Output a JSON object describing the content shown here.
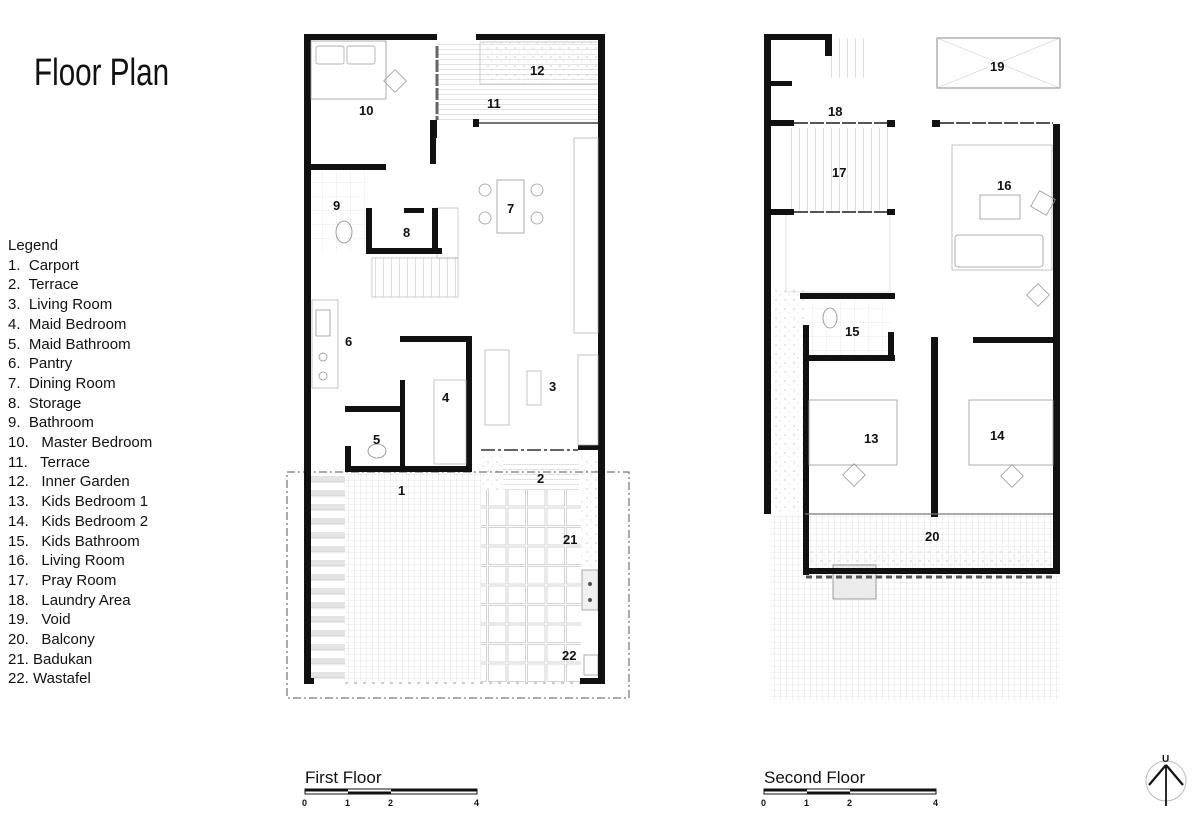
{
  "title": "Floor Plan",
  "legend": {
    "header": "Legend",
    "items": [
      {
        "num": "1.",
        "label": "Carport"
      },
      {
        "num": "2.",
        "label": "Terrace"
      },
      {
        "num": "3.",
        "label": "Living Room"
      },
      {
        "num": "4.",
        "label": "Maid Bedroom"
      },
      {
        "num": "5.",
        "label": "Maid Bathroom"
      },
      {
        "num": "6.",
        "label": "Pantry"
      },
      {
        "num": "7.",
        "label": "Dining Room"
      },
      {
        "num": "8.",
        "label": "Storage"
      },
      {
        "num": "9.",
        "label": "Bathroom"
      },
      {
        "num": "10.",
        "label": "Master Bedroom"
      },
      {
        "num": "11.",
        "label": "Terrace"
      },
      {
        "num": "12.",
        "label": "Inner Garden"
      },
      {
        "num": "13.",
        "label": "Kids Bedroom 1"
      },
      {
        "num": "14.",
        "label": "Kids Bedroom 2"
      },
      {
        "num": "15.",
        "label": "Kids Bathroom"
      },
      {
        "num": "16.",
        "label": "Living Room"
      },
      {
        "num": "17.",
        "label": "Pray Room"
      },
      {
        "num": "18.",
        "label": "Laundry Area"
      },
      {
        "num": "19.",
        "label": "Void"
      },
      {
        "num": "20.",
        "label": "Balcony"
      },
      {
        "num": "21.",
        "label": "Badukan"
      },
      {
        "num": "22.",
        "label": "Wastafel"
      }
    ]
  },
  "first_floor": {
    "label": "First Floor",
    "rooms": {
      "r1": "1",
      "r2": "2",
      "r3": "3",
      "r4": "4",
      "r5": "5",
      "r6": "6",
      "r7": "7",
      "r8": "8",
      "r9": "9",
      "r10": "10",
      "r11": "11",
      "r12": "12",
      "r21": "21",
      "r22": "22"
    },
    "scale_ticks": [
      "0",
      "1",
      "2",
      "4"
    ]
  },
  "second_floor": {
    "label": "Second Floor",
    "rooms": {
      "r13": "13",
      "r14": "14",
      "r15": "15",
      "r16": "16",
      "r17": "17",
      "r18": "18",
      "r19": "19",
      "r20": "20"
    },
    "scale_ticks": [
      "0",
      "1",
      "2",
      "4"
    ]
  },
  "north_arrow": {
    "label": "U"
  },
  "colors": {
    "wall": "#111111",
    "line": "#9a9a9a",
    "grid": "#d6d6d6"
  }
}
